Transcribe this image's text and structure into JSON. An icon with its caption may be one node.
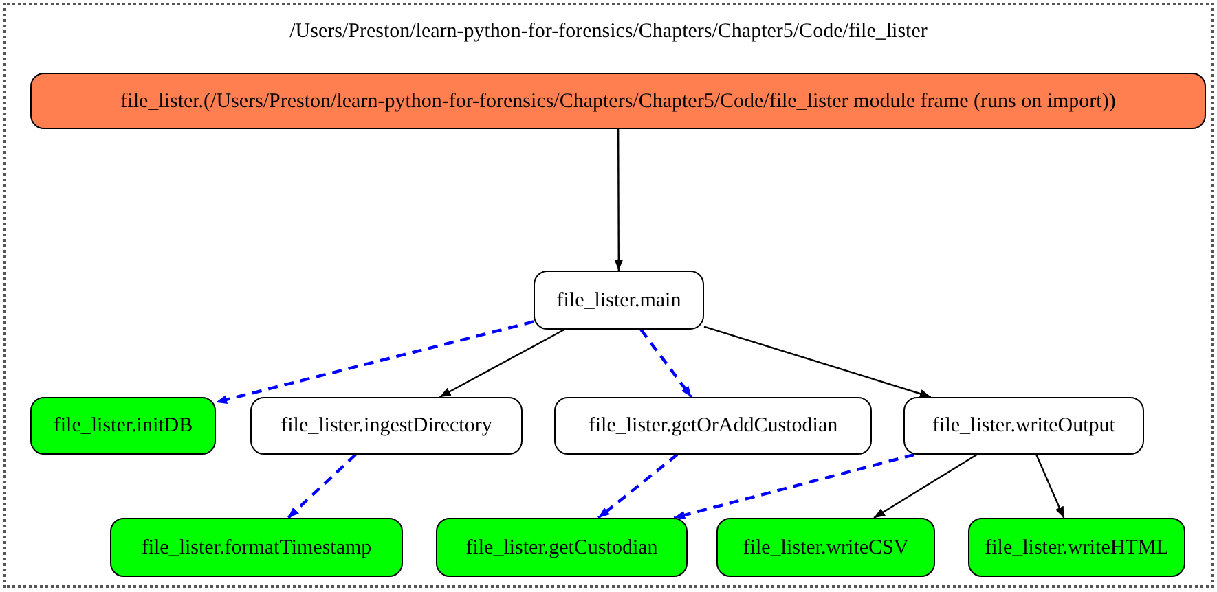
{
  "diagram": {
    "nodes": [
      {
        "text": [
          "/Users/Preston/learn-python-for-forensics/Chapters/Chapter5/Code/file_lister"
        ]
      },
      {
        "text": [
          "file_lister.(/Users/Preston/learn-python-for-forensics/Chapters/Chapter5/Code/file_lister module frame (runs on import))"
        ],
        "in": 0
      },
      {
        "text": [
          "file_lister.main"
        ],
        "in": 0
      },
      {
        "text": [
          "file_lister.initDB"
        ],
        "in": 0
      },
      {
        "text": [
          "file_lister.ingestDirectory"
        ],
        "in": 0
      },
      {
        "text": [
          "file_lister.getOrAddCustodian"
        ],
        "in": 0
      },
      {
        "text": [
          "file_lister.writeOutput"
        ],
        "in": 0
      },
      {
        "text": [
          "file_lister.formatTimestamp"
        ],
        "in": 0
      },
      {
        "text": [
          "file_lister.getCustodian"
        ],
        "in": 0
      },
      {
        "text": [
          "file_lister.writeCSV"
        ],
        "in": 0
      },
      {
        "text": [
          "file_lister.writeHTML"
        ],
        "in": 0
      }
    ],
    "edges": [
      {
        "from": 1,
        "to": 2,
        "arrow": "to"
      },
      {
        "from": 2,
        "to": 3,
        "arrow": "to",
        "style": "dashed",
        "color": "#0000ff"
      },
      {
        "from": 2,
        "to": 4,
        "arrow": "to"
      },
      {
        "from": 2,
        "to": 5,
        "arrow": "to",
        "style": "dashed",
        "color": "#0000ff"
      },
      {
        "from": 2,
        "to": 6,
        "arrow": "to"
      },
      {
        "from": 4,
        "to": 7,
        "arrow": "to",
        "style": "dashed",
        "color": "#0000ff"
      },
      {
        "from": 5,
        "to": 8,
        "arrow": "to",
        "style": "dashed",
        "color": "#0000ff"
      },
      {
        "from": 6,
        "to": 8,
        "arrow": "to",
        "style": "dashed",
        "color": "#0000ff"
      },
      {
        "from": 6,
        "to": 9,
        "arrow": "to"
      },
      {
        "from": 6,
        "to": 10,
        "arrow": "to"
      }
    ]
  }
}
